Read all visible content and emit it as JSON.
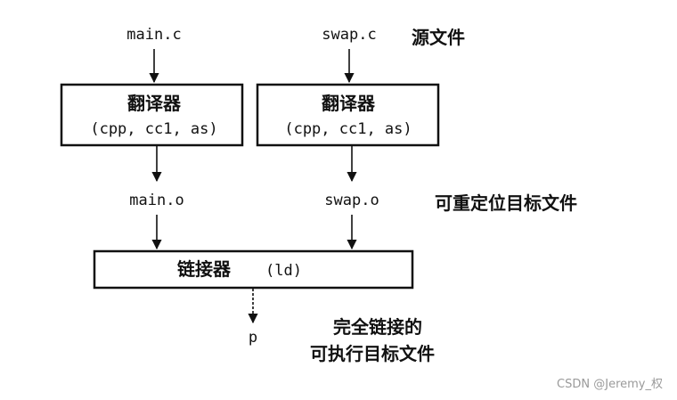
{
  "inputs": {
    "main_c": "main.c",
    "swap_c": "swap.c",
    "label": "源文件"
  },
  "translators": [
    {
      "title": "翻译器",
      "tools": "(cpp, cc1, as)"
    },
    {
      "title": "翻译器",
      "tools": "(cpp, cc1, as)"
    }
  ],
  "objects": {
    "main_o": "main.o",
    "swap_o": "swap.o",
    "label": "可重定位目标文件"
  },
  "linker": {
    "title": "链接器",
    "tool": "(ld)"
  },
  "output": {
    "name": "p",
    "label_line1": "完全链接的",
    "label_line2": "可执行目标文件"
  },
  "watermark": "CSDN @Jeremy_权"
}
